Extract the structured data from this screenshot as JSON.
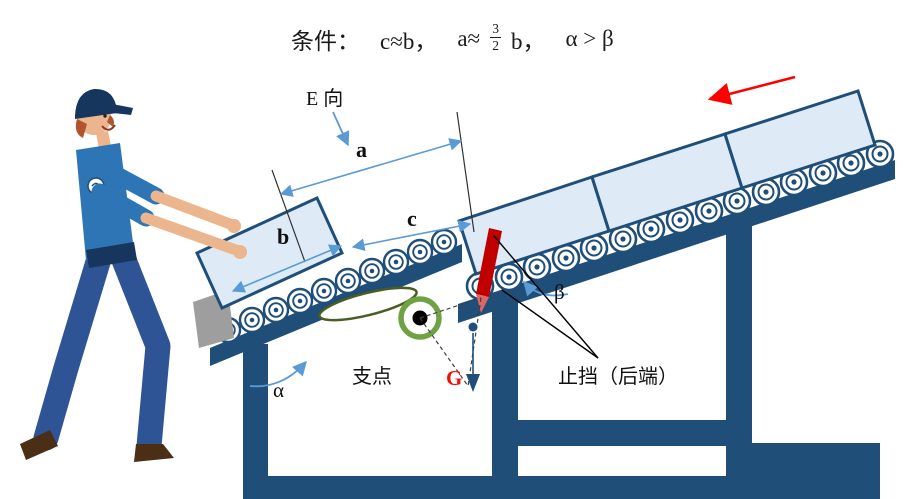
{
  "title": {
    "prefix": "条件：",
    "cond1": "c≈b，",
    "cond2_pre": "a≈",
    "frac_num": "3",
    "frac_den": "2",
    "cond2_post": "b，",
    "cond3": "α > β"
  },
  "labels": {
    "view_direction": "E 向",
    "dim_a": "a",
    "dim_b": "b",
    "dim_c": "c",
    "angle_alpha": "α",
    "angle_beta": "β",
    "pivot": "支点",
    "weight": "G",
    "stopper": "止挡（后端）"
  },
  "colors": {
    "frame_blue": "#1F4E79",
    "box_fill": "#DEEBF7",
    "box_border": "#1F4E79",
    "dimension_blue": "#5B9BD5",
    "flow_arrow_red": "#FF0000",
    "stopper_red": "#C00000",
    "stopper_tip": "#E06666",
    "pivot_ring_green": "#6FA243",
    "gravity_red": "#F50F00",
    "worker_shirt": "#2E75B6",
    "worker_pants": "#2F5496",
    "worker_cap": "#17365D",
    "skin": "#EBB68E",
    "shoe_brown": "#4A2E16",
    "gray_block": "#9E9E9E"
  }
}
